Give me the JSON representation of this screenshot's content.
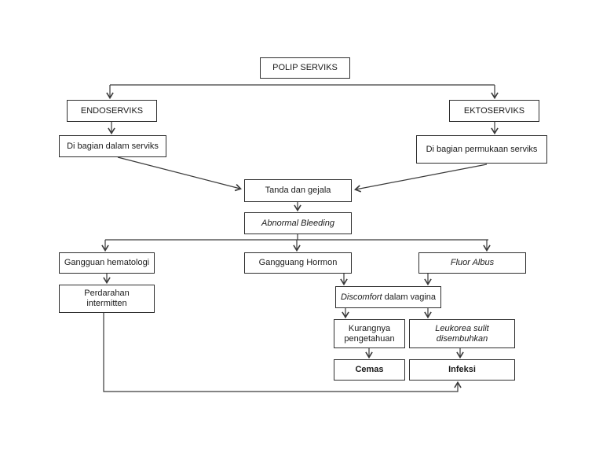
{
  "page": {
    "background": "#ffffff",
    "line_color": "#3a3a3a",
    "border_color": "#2e2e2e",
    "text_color": "#1a1a1a"
  },
  "diagram": {
    "title_node": "POLIP SERVIKS",
    "nodes": {
      "polip": {
        "label": "POLIP SERVIKS"
      },
      "endoserviks": {
        "label": "ENDOSERVIKS"
      },
      "dalam": {
        "label": "Di bagian dalam serviks"
      },
      "ektoserviks": {
        "label": "EKTOSERVIKS"
      },
      "permukaan": {
        "label": "Di bagian permukaan  serviks"
      },
      "tanda": {
        "label": "Tanda dan gejala"
      },
      "abnormal": {
        "label": "Abnormal Bleeding"
      },
      "hematologi": {
        "label": "Gangguan hematologi"
      },
      "hormon": {
        "label": "Gangguang Hormon"
      },
      "fluor": {
        "label": "Fluor Albus"
      },
      "perdarahan": {
        "line1": "Perdarahan",
        "line2": "intermitten"
      },
      "discomfort": {
        "italic_part": "Discomfort",
        "rest_part": " dalam vagina"
      },
      "kurangnya": {
        "line1": "Kurangnya",
        "line2": "pengetahuan"
      },
      "leukorea": {
        "line1": "Leukorea sulit",
        "line2": "disembuhkan"
      },
      "cemas": {
        "label": "Cemas"
      },
      "infeksi": {
        "label": "Infeksi"
      }
    },
    "edges": [
      "polip -> endoserviks",
      "polip -> ektoserviks",
      "endoserviks -> dalam",
      "ektoserviks -> permukaan",
      "dalam -> tanda",
      "permukaan -> tanda",
      "tanda -> abnormal",
      "abnormal -> hematologi",
      "abnormal -> hormon",
      "abnormal -> fluor",
      "hematologi -> perdarahan",
      "hormon -> discomfort",
      "fluor -> discomfort",
      "discomfort -> kurangnya",
      "discomfort -> leukorea",
      "kurangnya -> cemas",
      "leukorea -> infeksi",
      "perdarahan -> infeksi"
    ]
  }
}
